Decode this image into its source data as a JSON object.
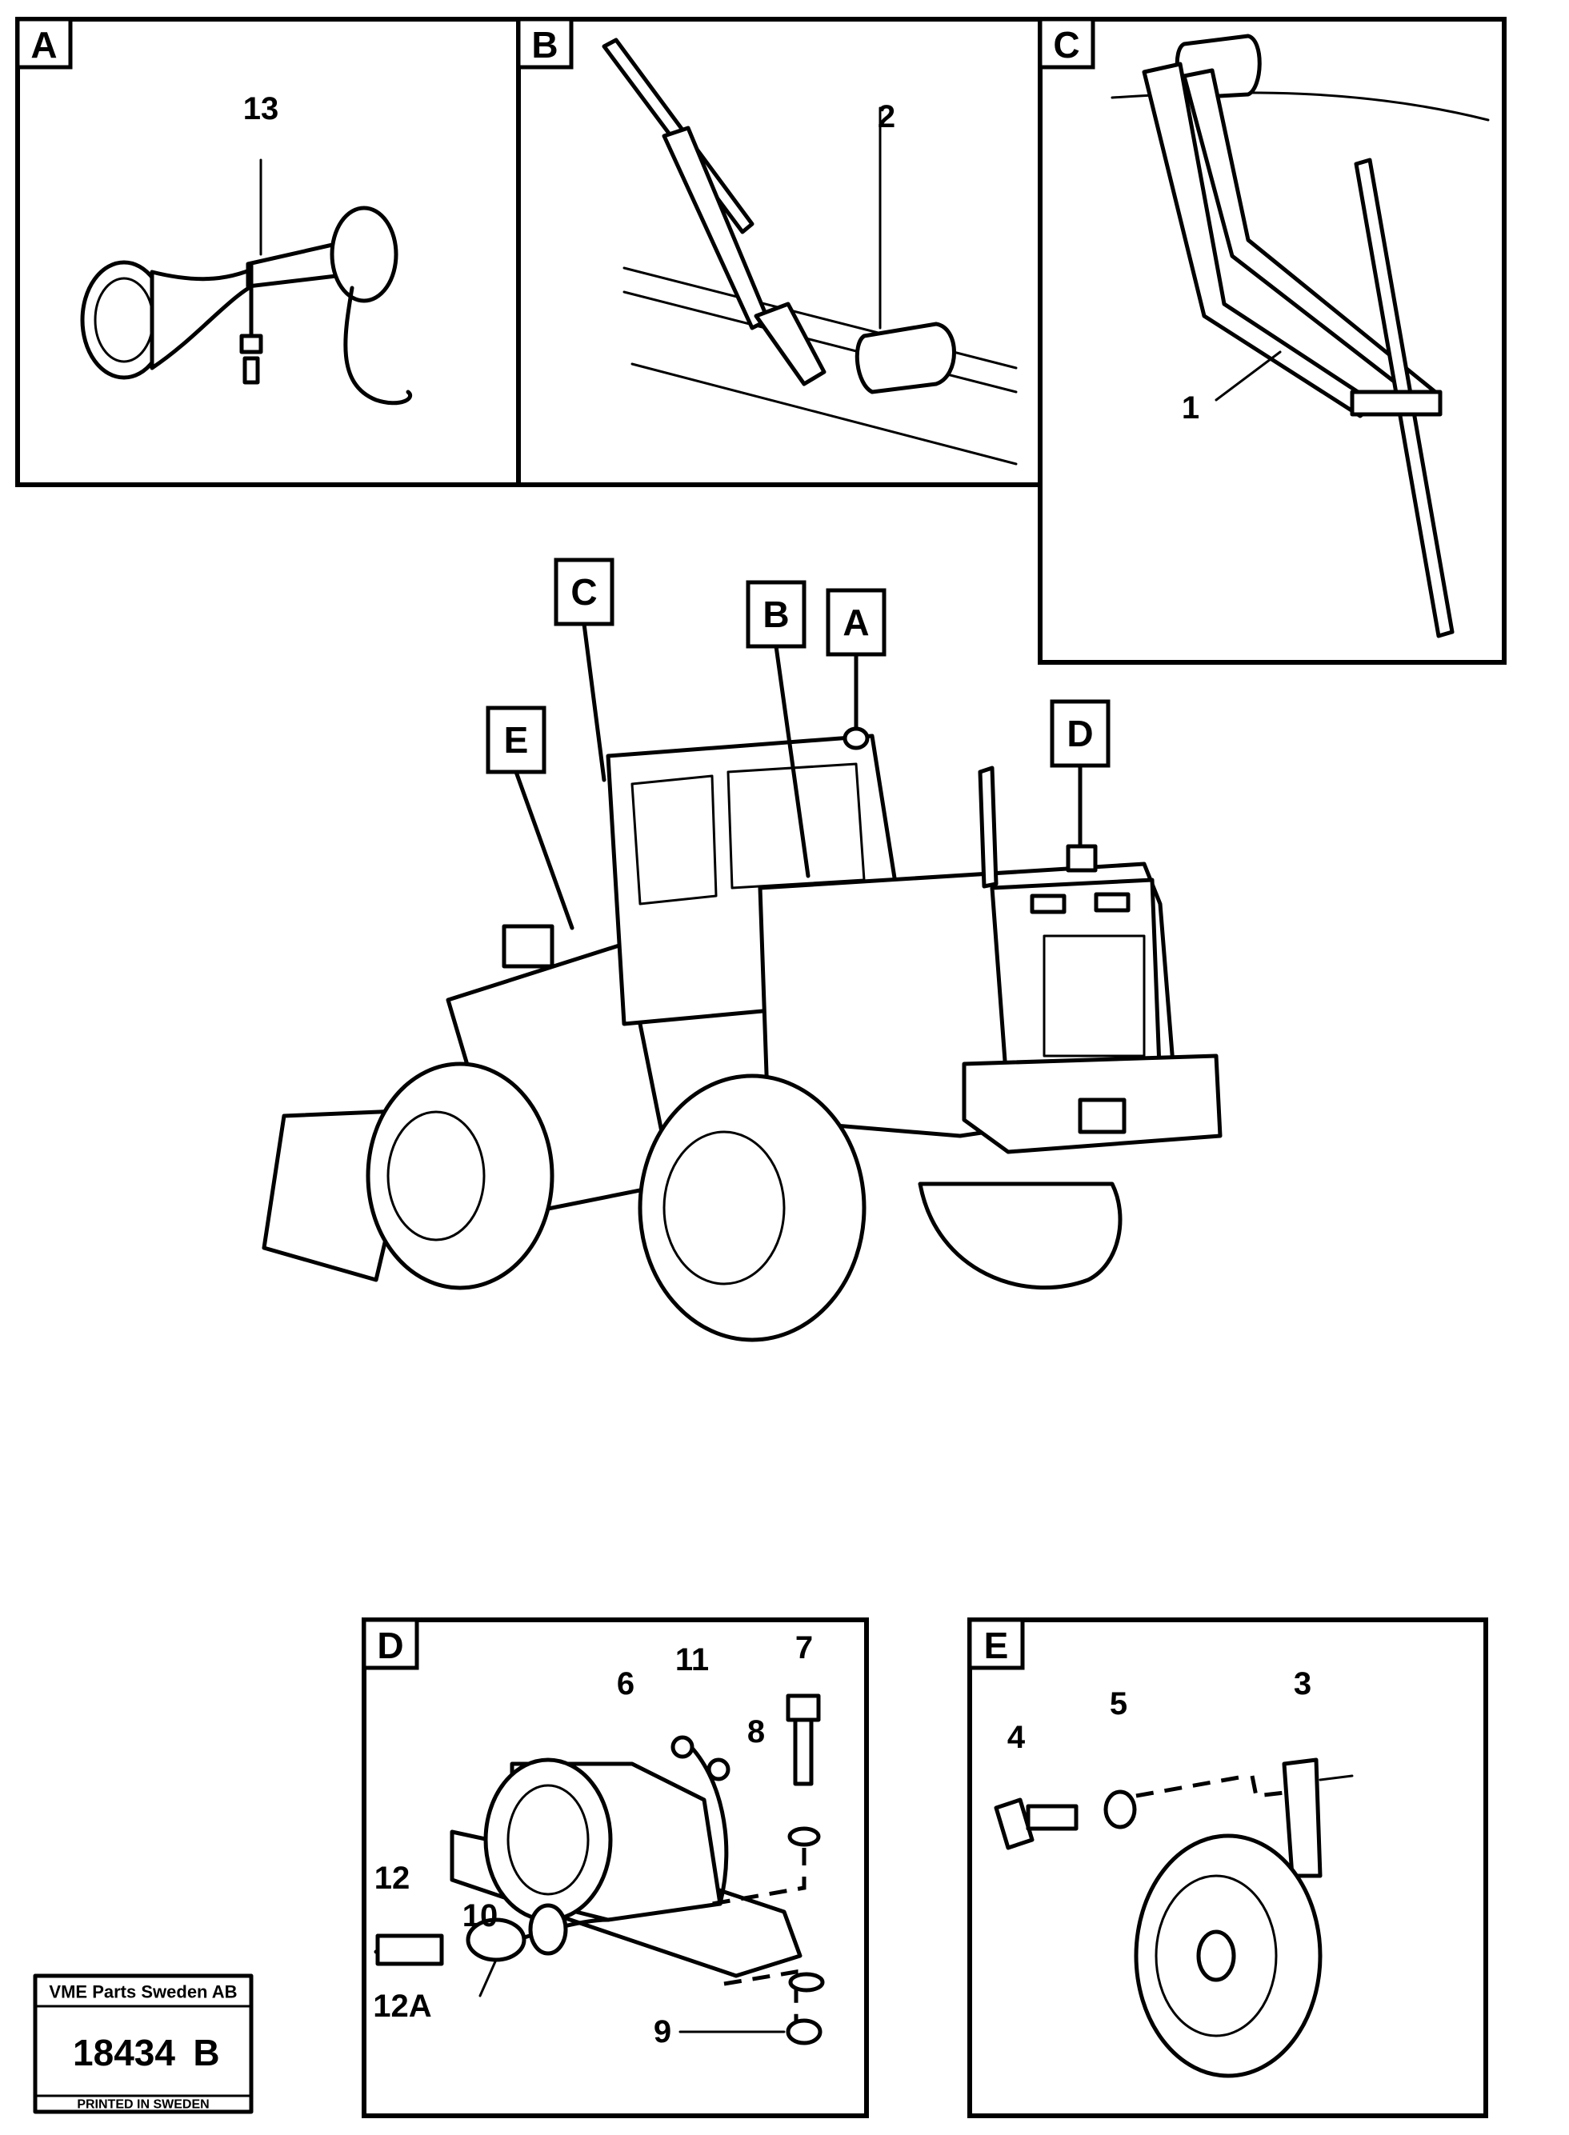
{
  "panels": {
    "A": {
      "label": "A",
      "parts": [
        "13"
      ]
    },
    "B": {
      "label": "B",
      "parts": [
        "2"
      ]
    },
    "C": {
      "label": "C",
      "parts": [
        "1"
      ]
    },
    "D": {
      "label": "D",
      "parts": [
        "6",
        "11",
        "7",
        "8",
        "12",
        "10",
        "12A",
        "9"
      ]
    },
    "E": {
      "label": "E",
      "parts": [
        "3",
        "4",
        "5"
      ]
    }
  },
  "machine_callouts": [
    "C",
    "B",
    "A",
    "E",
    "D"
  ],
  "stamp": {
    "company": "VME Parts Sweden AB",
    "number": "18434",
    "suffix": "B",
    "printed": "PRINTED IN SWEDEN"
  }
}
